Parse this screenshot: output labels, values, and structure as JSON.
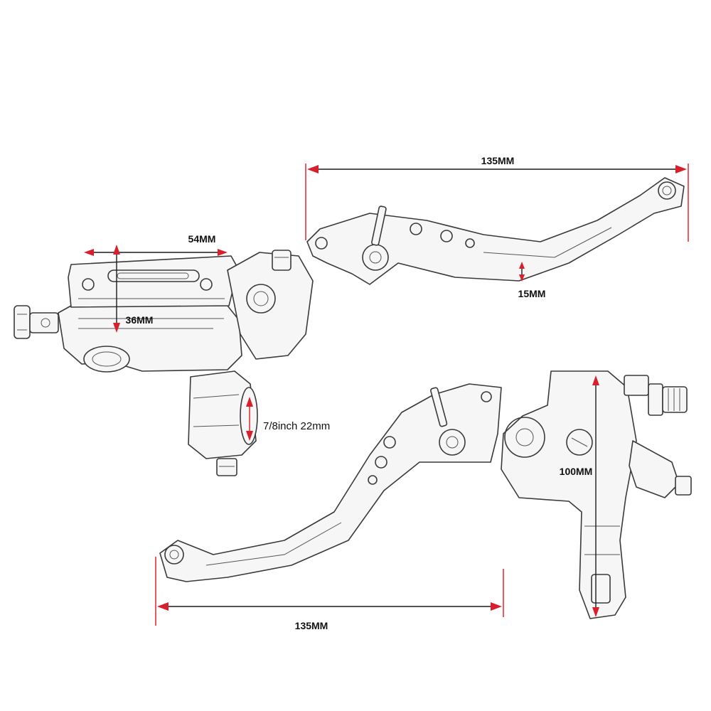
{
  "dimensions": {
    "top_lever_length": "135MM",
    "top_lever_width": "15MM",
    "reservoir_length": "54MM",
    "reservoir_height": "36MM",
    "bar_diameter": "7/8inch 22mm",
    "clutch_body_height": "100MM",
    "bottom_lever_length": "135MM"
  },
  "colors": {
    "dimension_arrow": "#d8202c",
    "extension_line": "#e8303a",
    "outline": "#3a3a3a"
  }
}
